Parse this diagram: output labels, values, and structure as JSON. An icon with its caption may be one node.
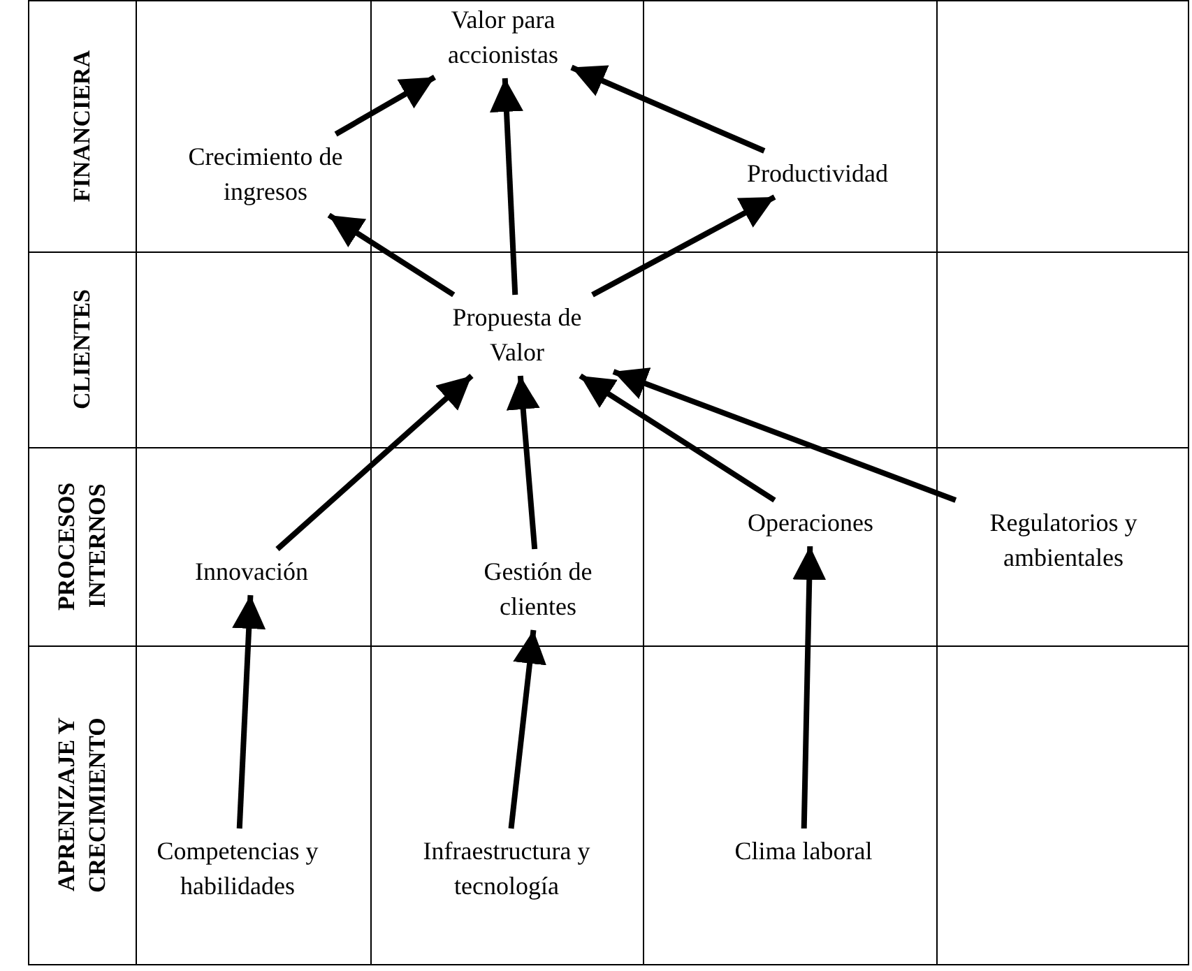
{
  "diagram": {
    "nodes": [
      {
        "text": [
          "Valor para accionistas"
        ]
      },
      {
        "text": [
          "Crecimiento de ingresos"
        ]
      },
      {
        "text": [
          "Productividad"
        ]
      },
      {
        "text": [
          "Propuesta de Valor"
        ]
      },
      {
        "text": [
          "Innovación"
        ]
      },
      {
        "text": [
          "Gestión de clientes"
        ]
      },
      {
        "text": [
          "Operaciones"
        ]
      },
      {
        "text": [
          "Regulatorios y ambientales"
        ]
      },
      {
        "text": [
          "Competencias y habilidades"
        ]
      },
      {
        "text": [
          "Infraestructura y tecnología"
        ]
      },
      {
        "text": [
          "Clima laboral"
        ]
      }
    ],
    "edges": [
      {
        "from": 1,
        "to": 0,
        "arrow": "to"
      },
      {
        "from": 2,
        "to": 0,
        "arrow": "to"
      },
      {
        "from": 3,
        "to": 0,
        "arrow": "to"
      },
      {
        "from": 3,
        "to": 1,
        "arrow": "to"
      },
      {
        "from": 3,
        "to": 2,
        "arrow": "to"
      },
      {
        "from": 4,
        "to": 3,
        "arrow": "to"
      },
      {
        "from": 5,
        "to": 3,
        "arrow": "to"
      },
      {
        "from": 6,
        "to": 3,
        "arrow": "to"
      },
      {
        "from": 7,
        "to": 3,
        "arrow": "to"
      },
      {
        "from": 8,
        "to": 4,
        "arrow": "to"
      },
      {
        "from": 9,
        "to": 5,
        "arrow": "to"
      },
      {
        "from": 10,
        "to": 6,
        "arrow": "to"
      }
    ],
    "labels": [
      "FINANCIERA",
      "CLIENTES",
      "PROCESOS INTERNOS",
      "APRENIZAJE Y CRECIMIENTO"
    ]
  }
}
